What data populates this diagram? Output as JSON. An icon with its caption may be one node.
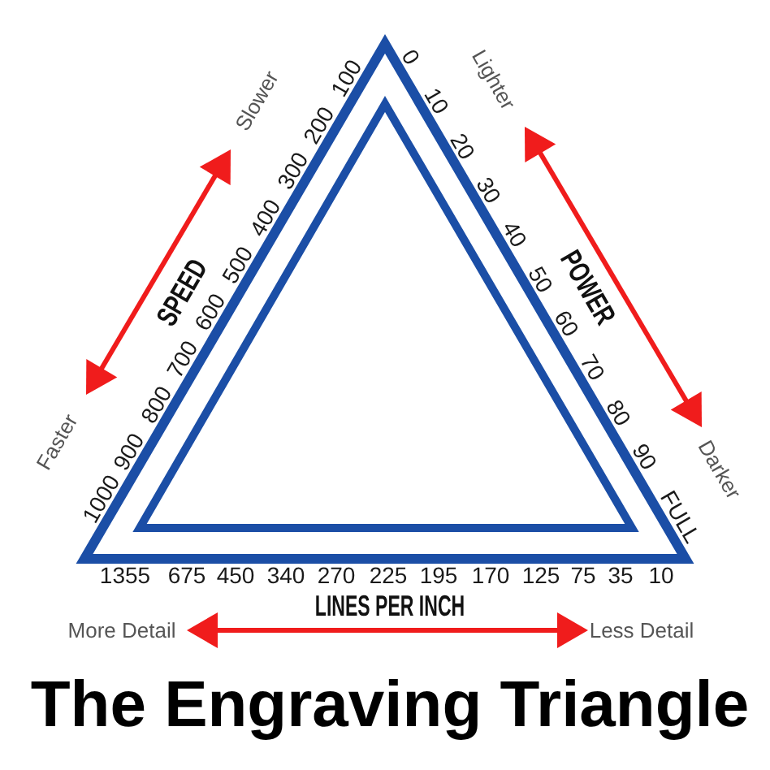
{
  "diagram": {
    "title": "The Engraving Triangle",
    "labels": [
      "Faster",
      "SPEED",
      "Slower",
      "1000",
      "900",
      "800",
      "700",
      "600",
      "500",
      "400",
      "300",
      "200",
      "100",
      "Lighter",
      "POWER",
      "Darker",
      "0",
      "10",
      "20",
      "30",
      "40",
      "50",
      "60",
      "70",
      "80",
      "90",
      "FULL",
      "1355",
      "675",
      "450",
      "340",
      "270",
      "225",
      "195",
      "170",
      "125",
      "75",
      "35",
      "10",
      "LINES PER INCH",
      "More Detail",
      "Less Detail"
    ]
  }
}
